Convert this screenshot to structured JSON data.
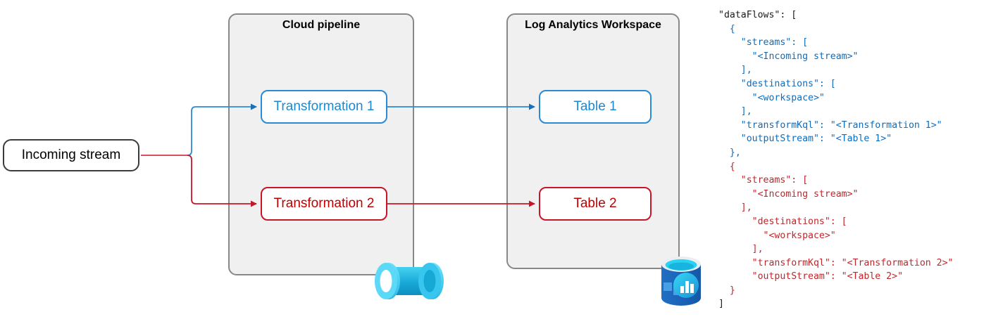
{
  "diagram": {
    "source_node": {
      "label": "Incoming stream"
    },
    "groups": [
      {
        "id": "cloud-pipeline",
        "title": "Cloud pipeline"
      },
      {
        "id": "log-analytics-workspace",
        "title": "Log Analytics Workspace"
      }
    ],
    "transformations": [
      {
        "label": "Transformation 1",
        "color": "#1a8ad4"
      },
      {
        "label": "Transformation 2",
        "color": "#c00000"
      }
    ],
    "tables": [
      {
        "label": "Table 1",
        "color": "#1a8ad4"
      },
      {
        "label": "Table 2",
        "color": "#c00000"
      }
    ],
    "icons": [
      {
        "name": "pipeline-icon",
        "alt": "cloud pipeline"
      },
      {
        "name": "log-analytics-workspace-icon",
        "alt": "log analytics workspace"
      }
    ],
    "colors": {
      "blue_flow": "#2a8ad4",
      "red_flow": "#c81629",
      "group_fill": "#f0f0f0",
      "group_border": "#888888",
      "source_border": "#3b3b3b"
    }
  },
  "code": {
    "lines": [
      {
        "indent": 0,
        "text": "\"dataFlows\": [",
        "color": "c-black"
      },
      {
        "indent": 1,
        "text": "{",
        "color": "c-blue"
      },
      {
        "indent": 2,
        "text": "\"streams\": [",
        "color": "c-blue"
      },
      {
        "indent": 3,
        "text": "\"<Incoming stream>\"",
        "color": "c-blue"
      },
      {
        "indent": 2,
        "text": "],",
        "color": "c-blue"
      },
      {
        "indent": 2,
        "text": "\"destinations\": [",
        "color": "c-blue"
      },
      {
        "indent": 3,
        "text": "\"<workspace>\"",
        "color": "c-blue"
      },
      {
        "indent": 2,
        "text": "],",
        "color": "c-blue"
      },
      {
        "indent": 2,
        "text": "\"transformKql\": \"<Transformation 1>\"",
        "color": "c-blue"
      },
      {
        "indent": 2,
        "text": "\"outputStream\": \"<Table 1>\"",
        "color": "c-blue"
      },
      {
        "indent": 1,
        "text": "},",
        "color": "c-blue"
      },
      {
        "indent": 1,
        "text": "{",
        "color": "c-red"
      },
      {
        "indent": 2,
        "text": "\"streams\": [",
        "color": "c-red"
      },
      {
        "indent": 3,
        "text": "\"<Incoming stream>\"",
        "color": "c-red"
      },
      {
        "indent": 2,
        "text": "],",
        "color": "c-red"
      },
      {
        "indent": 3,
        "text": "\"destinations\": [",
        "color": "c-red"
      },
      {
        "indent": 4,
        "text": "\"<workspace>\"",
        "color": "c-red"
      },
      {
        "indent": 3,
        "text": "],",
        "color": "c-red"
      },
      {
        "indent": 3,
        "text": "\"transformKql\": \"<Transformation 2>\"",
        "color": "c-red"
      },
      {
        "indent": 3,
        "text": "\"outputStream\": \"<Table 2>\"",
        "color": "c-red"
      },
      {
        "indent": 1,
        "text": "}",
        "color": "c-red"
      },
      {
        "indent": 0,
        "text": "]",
        "color": "c-black"
      }
    ]
  }
}
